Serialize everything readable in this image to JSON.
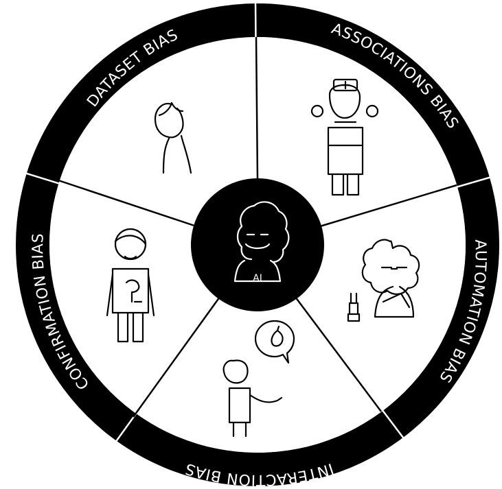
{
  "segments": [
    {
      "label": "DATASET BIAS",
      "icon": "person-profile-icon"
    },
    {
      "label": "ASSOCIATIONS BIAS",
      "icon": "nurse-icon"
    },
    {
      "label": "AUTOMATION BIAS",
      "icon": "woman-with-robot-arm-icon"
    },
    {
      "label": "INTERACTION BIAS",
      "icon": "person-speech-bubble-icon"
    },
    {
      "label": "CONFIRMATION BIAS",
      "icon": "person-with-dinosaur-shirt-icon"
    }
  ],
  "center": {
    "label": "AI",
    "icon": "ai-persona-icon"
  },
  "colors": {
    "ring": "#000000",
    "background": "#ffffff",
    "text": "#ffffff"
  }
}
